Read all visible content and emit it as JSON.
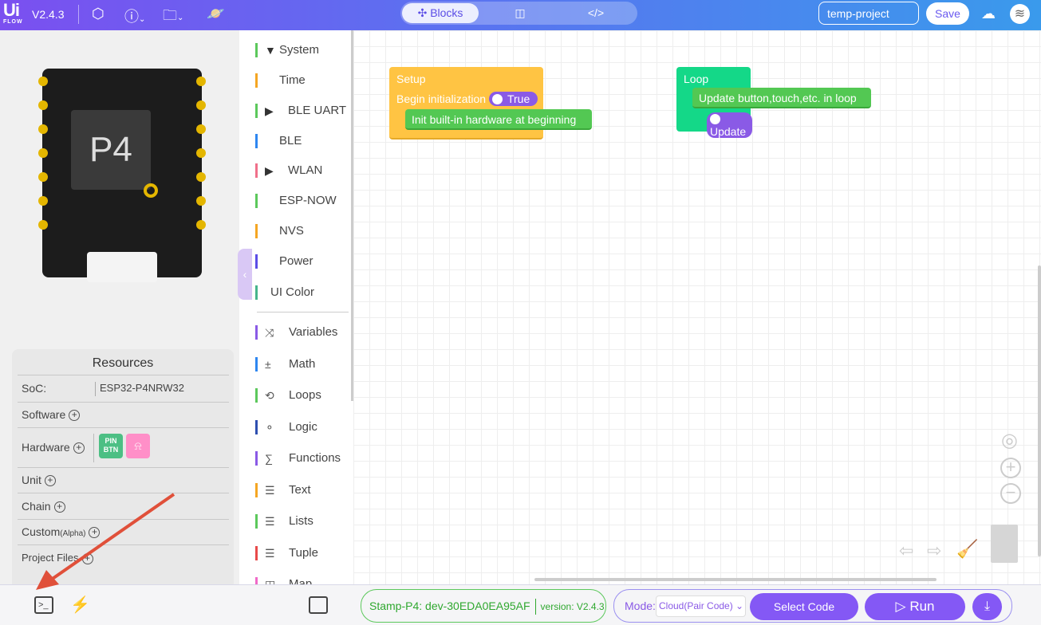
{
  "header": {
    "logo": "Ui",
    "logo_sub": "FLOW",
    "version": "V2.4.3",
    "icons": [
      "settings-hex-icon",
      "help-icon",
      "folder-icon",
      "planet-icon"
    ],
    "tabs": [
      {
        "label": "Blocks",
        "active": true
      },
      {
        "label": "",
        "icon": "split-view-icon"
      },
      {
        "label": "",
        "icon": "code-icon"
      }
    ],
    "project_name": "temp-project",
    "save_label": "Save"
  },
  "device": {
    "chip_label": "P4"
  },
  "resources": {
    "title": "Resources",
    "soc_label": "SoC:",
    "soc_value": "ESP32-P4NRW32",
    "software": "Software",
    "hardware": "Hardware",
    "hw_badge1": "PIN BTN",
    "unit": "Unit",
    "chain": "Chain",
    "custom": "Custom",
    "custom_tag": "(Alpha)",
    "project_files": "Project Files"
  },
  "toolbox": [
    {
      "label": "System",
      "color": "#5cc85c",
      "arrow": "▼"
    },
    {
      "label": "Time",
      "color": "#f5a623"
    },
    {
      "label": "BLE UART",
      "color": "#5cc85c",
      "arrow": "▶"
    },
    {
      "label": "BLE",
      "color": "#2e86f0"
    },
    {
      "label": "WLAN",
      "color": "#f0708a",
      "arrow": "▶"
    },
    {
      "label": "ESP-NOW",
      "color": "#5cc85c"
    },
    {
      "label": "NVS",
      "color": "#f5a623"
    },
    {
      "label": "Power",
      "color": "#5b4de6"
    },
    {
      "label": "UI Color",
      "color": "#46b48c"
    },
    {
      "label": "Variables",
      "color": "#8a5ae6",
      "icon": "⤨"
    },
    {
      "label": "Math",
      "color": "#2e86f0",
      "icon": "±"
    },
    {
      "label": "Loops",
      "color": "#5cc85c",
      "icon": "⟲"
    },
    {
      "label": "Logic",
      "color": "#2e4fb0",
      "icon": "⚬"
    },
    {
      "label": "Functions",
      "color": "#8a5ae6",
      "icon": "∑"
    },
    {
      "label": "Text",
      "color": "#f5a623",
      "icon": "☰"
    },
    {
      "label": "Lists",
      "color": "#5cc85c",
      "icon": "☰"
    },
    {
      "label": "Tuple",
      "color": "#e84a4a",
      "icon": "☰"
    },
    {
      "label": "Map",
      "color": "#f06ac8",
      "icon": "◫"
    }
  ],
  "blocks": {
    "setup": {
      "title": "Setup",
      "begin": "Begin initialization",
      "toggle": "True",
      "init": "Init built-in hardware at beginning",
      "color": "#ffc443"
    },
    "loop": {
      "title": "Loop",
      "update_text": "Update button,touch,etc. in loop",
      "toggle": "Update",
      "color": "#14d888"
    }
  },
  "footer": {
    "device": "Stamp-P4: dev-30EDA0EA95AF",
    "version": "version: V2.4.3",
    "mode_label": "Mode:",
    "mode_value": "Cloud(Pair Code)",
    "select_code": "Select Code",
    "run": "Run"
  }
}
